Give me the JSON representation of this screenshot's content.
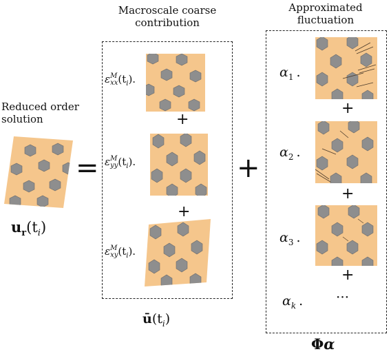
{
  "left": {
    "caption_line1": "Reduced order",
    "caption_line2": "solution",
    "symbol_main": "u",
    "symbol_sub": "r",
    "symbol_arg": "(t",
    "symbol_arg_sub": "i",
    "symbol_close": ")"
  },
  "equals": "=",
  "plus_big": "+",
  "coarse": {
    "header_line1": "Macroscale coarse",
    "header_line2": "contribution",
    "coeffs": [
      {
        "eps": "ε",
        "sup": "M",
        "sub": "xx",
        "arg": "(t",
        "arg_sub": "i",
        "close": ")."
      },
      {
        "eps": "ε",
        "sup": "M",
        "sub": "yy",
        "arg": "(t",
        "arg_sub": "i",
        "close": ")."
      },
      {
        "eps": "ε",
        "sup": "M",
        "sub": "xy",
        "arg": "(t",
        "arg_sub": "i",
        "close": ")."
      }
    ],
    "plus": "+",
    "footer_main": "ū",
    "footer_arg": "(t",
    "footer_arg_sub": "i",
    "footer_close": ")"
  },
  "fluct": {
    "header_line1": "Approximated",
    "header_line2": "fluctuation",
    "coeffs": [
      {
        "alpha": "α",
        "sub": "1",
        "dot": "."
      },
      {
        "alpha": "α",
        "sub": "2",
        "dot": "."
      },
      {
        "alpha": "α",
        "sub": "3",
        "dot": "."
      },
      {
        "alpha": "α",
        "sub": "k",
        "dot": "."
      }
    ],
    "plus": "+",
    "ellipsis": "···",
    "footer_phi": "Φ",
    "footer_alpha": "α"
  },
  "colors": {
    "matrix": "#f5c68c",
    "hexagon": "#8e8e8e",
    "hexagon_edge": "#6a6a6a",
    "streak": "#4a3a2a"
  }
}
